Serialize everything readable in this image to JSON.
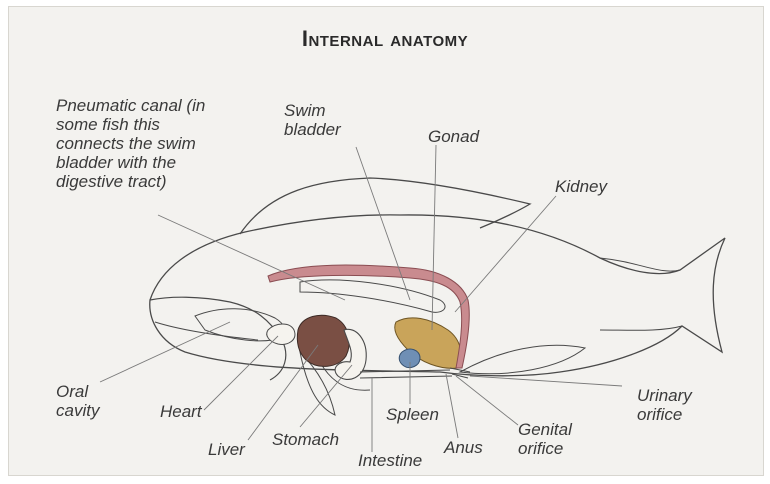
{
  "title": "Internal anatomy",
  "labels": {
    "pneumatic_canal": "Pneumatic canal (in\nsome fish this\nconnects the swim\nbladder with the\ndigestive tract)",
    "swim_bladder": "Swim\nbladder",
    "gonad": "Gonad",
    "kidney": "Kidney",
    "oral_cavity": "Oral\ncavity",
    "heart": "Heart",
    "liver": "Liver",
    "stomach": "Stomach",
    "intestine": "Intestine",
    "spleen": "Spleen",
    "anus": "Anus",
    "genital_orifice": "Genital\norifice",
    "urinary_orifice": "Urinary\norifice"
  },
  "colors": {
    "background": "#f3f2ef",
    "outline": "#4a4a4a",
    "kidney": "#c98b8f",
    "liver": "#7a4f44",
    "gonad": "#c9a45a",
    "spleen": "#6f8fb5",
    "leader_line": "#7a7a7a"
  }
}
